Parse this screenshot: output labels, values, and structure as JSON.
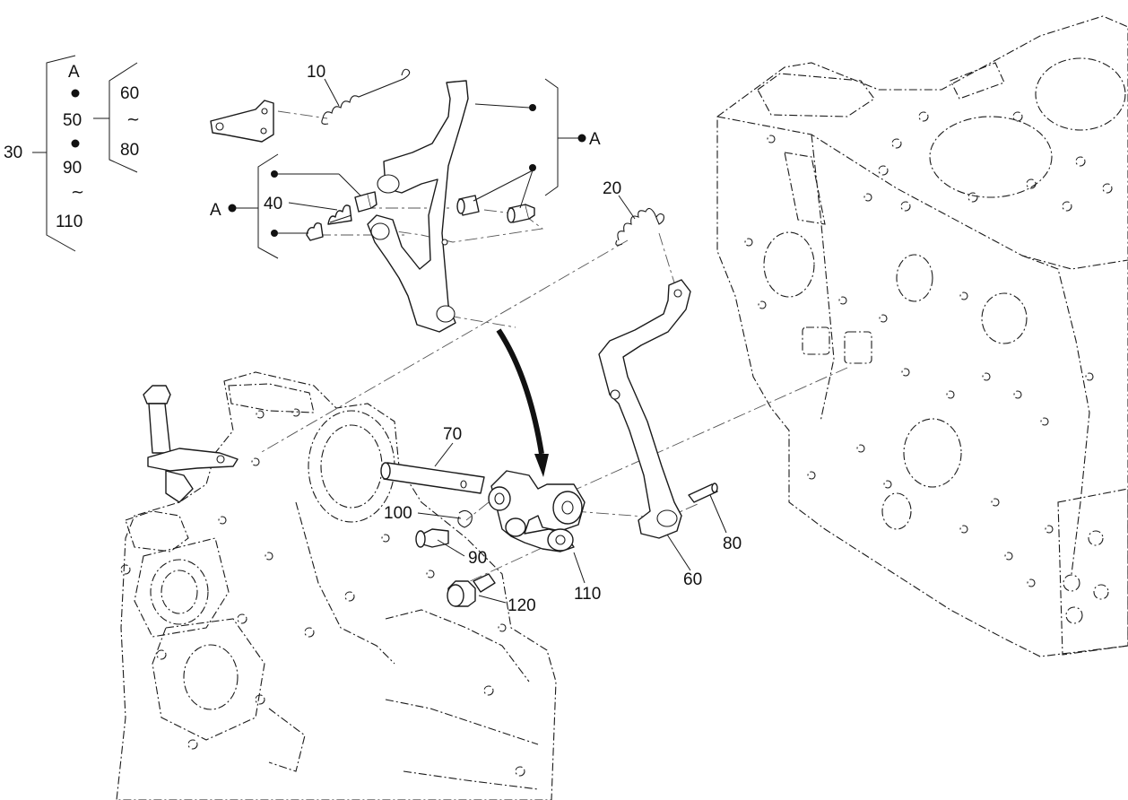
{
  "diagram": {
    "callouts": {
      "p10": "10",
      "p20": "20",
      "p30": "30",
      "p40": "40",
      "p60": "60",
      "p70": "70",
      "p80": "80",
      "p90": "90",
      "p100": "100",
      "p110": "110",
      "p120": "120"
    },
    "legend": {
      "group_label": "30",
      "items": [
        "A",
        "50",
        "90",
        "110"
      ],
      "range_start": "60",
      "range_end": "80",
      "tilde": "~"
    },
    "ref_marks": {
      "left_group": "A",
      "right_group": "A"
    }
  }
}
